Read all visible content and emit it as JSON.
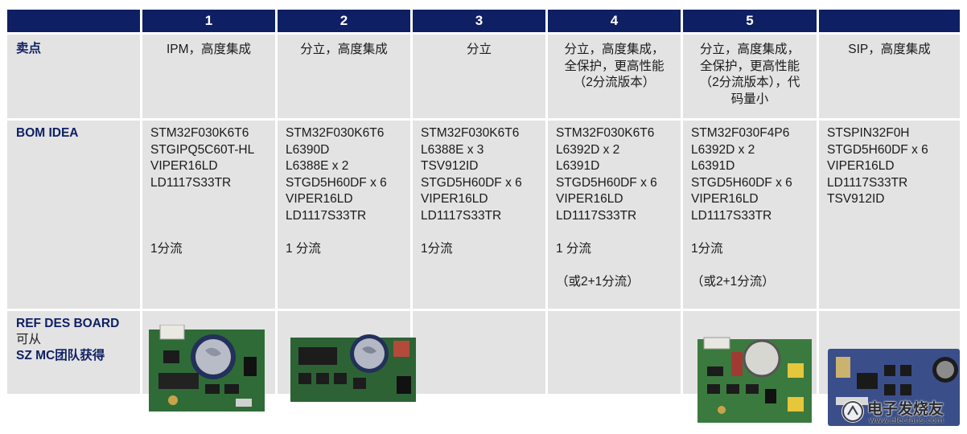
{
  "header": {
    "corner": "",
    "columns": [
      "1",
      "2",
      "3",
      "4",
      "5",
      ""
    ]
  },
  "rows": {
    "selling_point": {
      "label": "卖点",
      "values": [
        "IPM，高度集成",
        "分立，高度集成",
        "分立",
        "分立，高度集成，\n全保护，更高性能\n（2分流版本）",
        "分立，高度集成，\n全保护，更高性能\n（2分流版本），代\n码量小",
        "SIP，高度集成"
      ]
    },
    "bom": {
      "label": "BOM IDEA",
      "columns": [
        {
          "parts": [
            "STM32F030K6T6",
            "STGIPQ5C60T-HL",
            "VIPER16LD",
            "LD1117S33TR"
          ],
          "shunt": "1分流",
          "shunt_alt": ""
        },
        {
          "parts": [
            "STM32F030K6T6",
            "L6390D",
            "L6388E x 2",
            "STGD5H60DF x 6",
            "VIPER16LD",
            "LD1117S33TR"
          ],
          "shunt": "1 分流",
          "shunt_alt": ""
        },
        {
          "parts": [
            "STM32F030K6T6",
            "L6388E x 3",
            "TSV912ID",
            "STGD5H60DF x 6",
            "VIPER16LD",
            "LD1117S33TR"
          ],
          "shunt": "1分流",
          "shunt_alt": ""
        },
        {
          "parts": [
            "STM32F030K6T6",
            "L6392D x 2",
            "L6391D",
            "STGD5H60DF x 6",
            "VIPER16LD",
            "LD1117S33TR"
          ],
          "shunt": "1 分流",
          "shunt_alt": "（或2+1分流）"
        },
        {
          "parts": [
            "STM32F030F4P6",
            "L6392D x 2",
            "L6391D",
            "STGD5H60DF x 6",
            "VIPER16LD",
            "LD1117S33TR"
          ],
          "shunt": "1分流",
          "shunt_alt": "（或2+1分流）"
        },
        {
          "parts": [
            "STSPIN32F0H",
            "STGD5H60DF x 6",
            "VIPER16LD",
            "LD1117S33TR",
            "TSV912ID"
          ],
          "shunt": "",
          "shunt_alt": ""
        }
      ]
    },
    "ref_board": {
      "label_line1": "REF DES BOARD",
      "label_line2": "可从",
      "label_line3": "SZ MC团队获得",
      "images": [
        "pcb-board-1-image",
        "pcb-board-2-image",
        "",
        "",
        "pcb-board-5-image",
        "pcb-board-6-image"
      ]
    }
  },
  "watermark": {
    "cn": "电子发烧友",
    "url": "www.elecfans.com"
  },
  "colors": {
    "header_bg": "#0e1f63",
    "cell_bg": "#e3e3e3",
    "label_text": "#0e1f63",
    "pcb_green": "#2f6b36",
    "pcb_blue": "#3a4f8a"
  }
}
